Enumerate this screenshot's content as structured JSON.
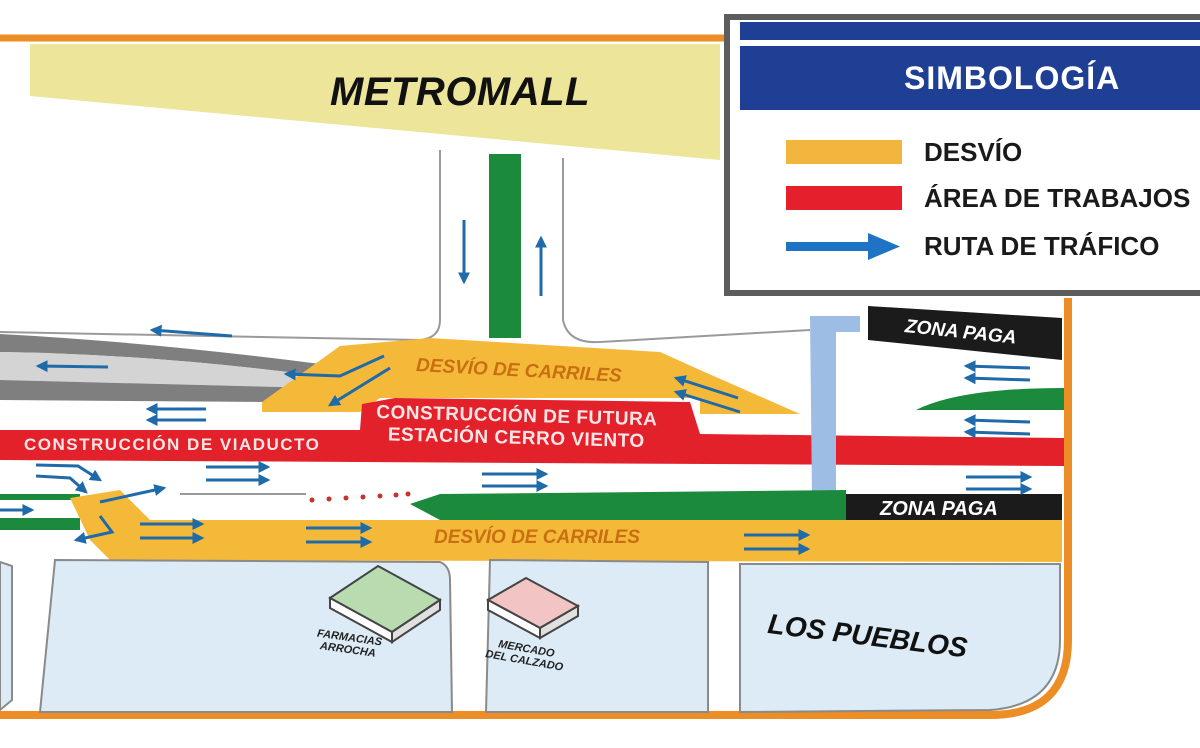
{
  "map": {
    "places": {
      "metromall": "METROMALL",
      "los_pueblos": "LOS PUEBLOS",
      "farmacias": "FARMACIAS\nARROCHA",
      "farmacias_line1": "FARMACIAS",
      "farmacias_line2": "ARROCHA",
      "mercado_line1": "MERCADO",
      "mercado_line2": "DEL CALZADO"
    },
    "labels": {
      "desvio_carriles_top": "DESVÍO DE CARRILES",
      "desvio_carriles_bottom": "DESVÍO DE CARRILES",
      "construccion_viaducto": "CONSTRUCCIÓN DE VIADUCTO",
      "futura_line1": "CONSTRUCCIÓN DE FUTURA",
      "futura_line2": "ESTACIÓN CERRO VIENTO",
      "zona_paga_top": "ZONA PAGA",
      "zona_paga_bottom": "ZONA PAGA"
    },
    "colors": {
      "frame_orange": "#ec8d26",
      "desvio_yellow": "#f5b93a",
      "work_red": "#e2212b",
      "median_green": "#1c8a3c",
      "arrow_blue": "#1f6aa8",
      "road_gray": "#8a8a8a",
      "road_light_gray": "#cfcfcf",
      "block_light_blue": "#dcebf5",
      "metromall_yellow": "#ece59a",
      "walkway_blue": "#9dbde4",
      "zona_paga_black": "#1b1b1b"
    }
  },
  "legend": {
    "title": "SIMBOLOGÍA",
    "items": [
      {
        "label": "DESVÍO",
        "type": "swatch",
        "color": "#f2b63e"
      },
      {
        "label": "ÁREA DE TRABAJOS",
        "type": "swatch",
        "color": "#e51f2b"
      },
      {
        "label": "RUTA DE TRÁFICO",
        "type": "arrow",
        "color": "#1f73c4"
      }
    ]
  }
}
